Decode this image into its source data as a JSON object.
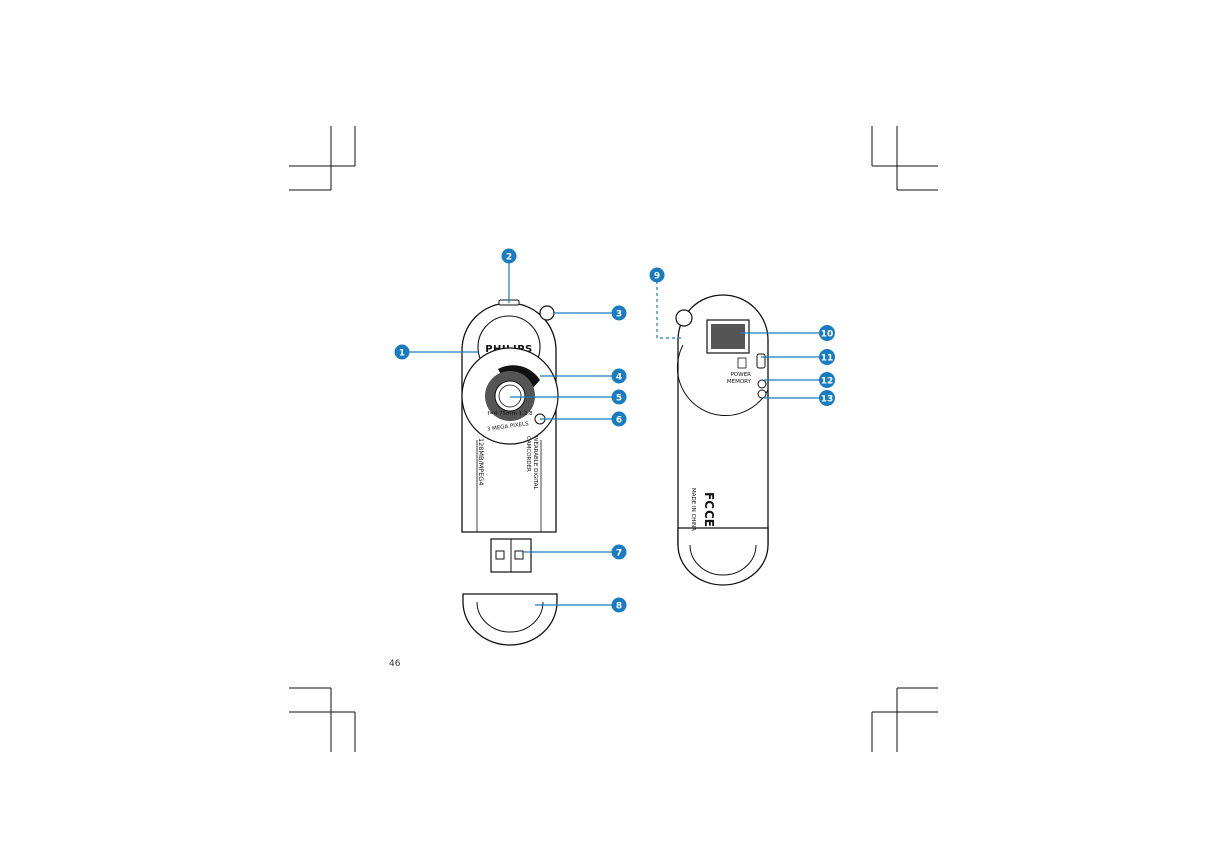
{
  "page": {
    "number": "46"
  },
  "device_front": {
    "brand": "PHILIPS",
    "lens_ring_text": "f=4.75mm  1:2.8",
    "megapixels_text": "3 MEGA PIXELS",
    "side_text_capacity": "128MB/MPEG4",
    "side_text_product_line1": "WEARABLE DIGITAL",
    "side_text_product_line2": "CAMCORDER"
  },
  "device_back": {
    "power_label": "POWER",
    "memory_label": "MEMORY",
    "fcc_logo": "FC",
    "ce_logo": "CE",
    "compliance_text": "MADE IN CHINA"
  },
  "callouts": [
    "1",
    "2",
    "3",
    "4",
    "5",
    "6",
    "7",
    "8",
    "9",
    "10",
    "11",
    "12",
    "13"
  ],
  "colors": {
    "callout": "#1a7cc0",
    "line": "#111111"
  }
}
